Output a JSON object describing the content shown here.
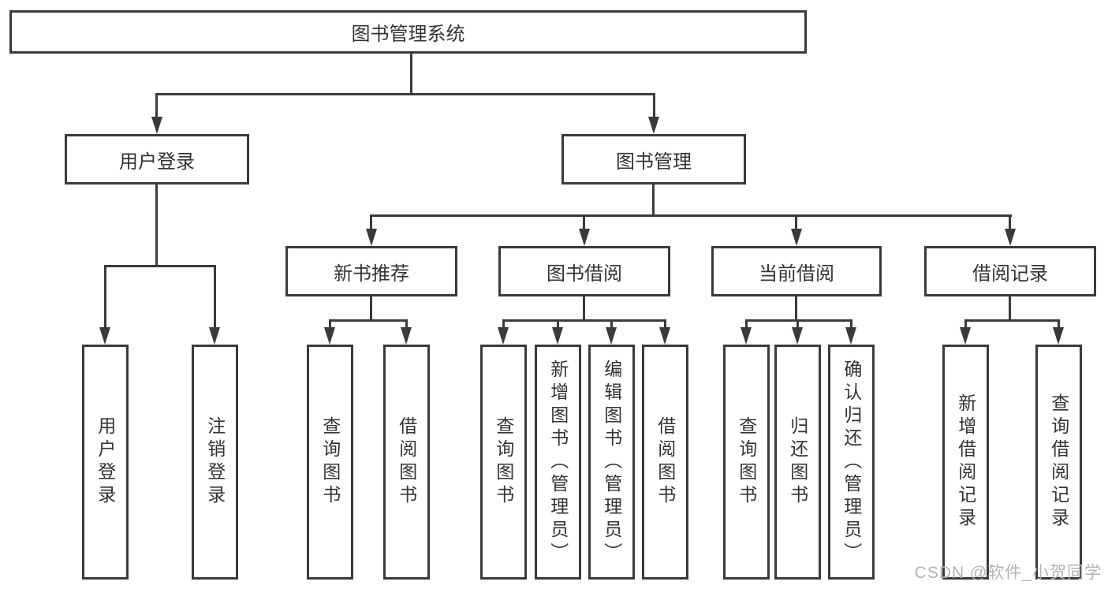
{
  "colors": {
    "line": "#3a3a3a",
    "text": "#333333",
    "node_fill": "#ffffff",
    "background": "#ffffff",
    "watermark": "#b3b3b3"
  },
  "watermark": {
    "text": "CSDN @软件_小贺同学"
  },
  "tree": {
    "root": "图书管理系统",
    "branches": [
      {
        "label": "用户登录",
        "leaves": [
          "用户登录",
          "注销登录"
        ]
      },
      {
        "label": "图书管理",
        "modules": [
          {
            "label": "新书推荐",
            "leaves": [
              "查询图书",
              "借阅图书"
            ]
          },
          {
            "label": "图书借阅",
            "leaves": [
              "查询图书",
              "新增图书（管理员）",
              "编辑图书（管理员）",
              "借阅图书"
            ]
          },
          {
            "label": "当前借阅",
            "leaves": [
              "查询图书",
              "归还图书",
              "确认归还（管理员）"
            ]
          },
          {
            "label": "借阅记录",
            "leaves": [
              "新增借阅记录",
              "查询借阅记录"
            ]
          }
        ]
      }
    ]
  }
}
